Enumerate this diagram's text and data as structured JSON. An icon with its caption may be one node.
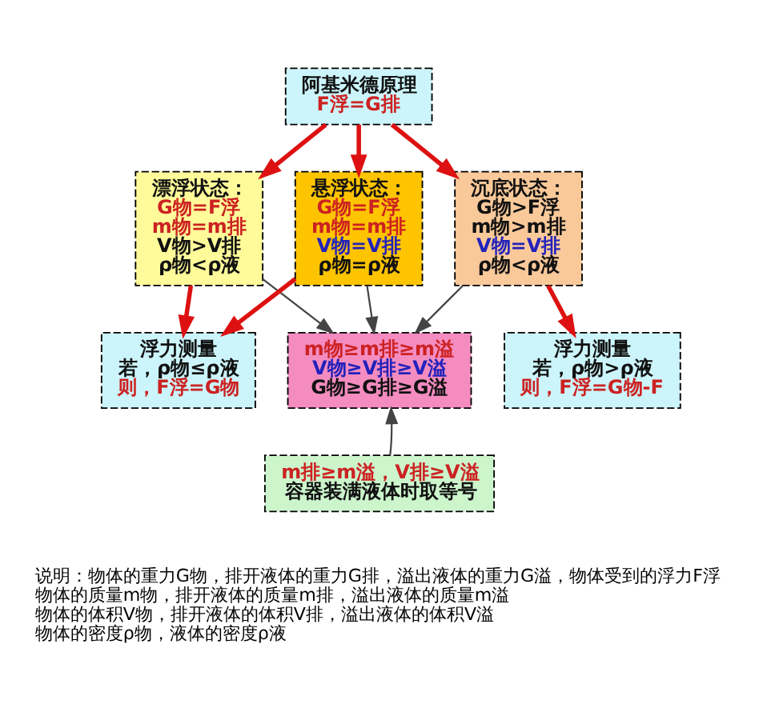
{
  "diagram": {
    "nodes": [
      {
        "text": [
          "阿基米德原理",
          "F浮=G排"
        ]
      },
      {
        "text": [
          "漂浮状态：",
          "G物=F浮",
          "m物=m排",
          "V物>V排",
          "ρ物<ρ液"
        ]
      },
      {
        "text": [
          "悬浮状态：",
          "G物=F浮",
          "m物=m排",
          "V物=V排",
          "ρ物=ρ液"
        ]
      },
      {
        "text": [
          "沉底状态：",
          "G物>F浮",
          "m物>m排",
          "V物=V排",
          "ρ物<ρ液"
        ]
      },
      {
        "text": [
          "浮力测量",
          "若，ρ物≤ρ液",
          "则，F浮=G物"
        ]
      },
      {
        "text": [
          "m物≥m排≥m溢",
          "V物≥V排≥V溢",
          "G物≥G排≥G溢"
        ]
      },
      {
        "text": [
          "浮力测量",
          "若，ρ物>ρ液",
          "则，F浮=G物-F"
        ]
      },
      {
        "text": [
          "m排≥m溢，V排≥V溢",
          "容器装满液体时取等号"
        ]
      }
    ],
    "edges": [
      {
        "from": 0,
        "to": 1,
        "arrow": "to"
      },
      {
        "from": 0,
        "to": 2,
        "arrow": "to"
      },
      {
        "from": 0,
        "to": 3,
        "arrow": "to"
      },
      {
        "from": 1,
        "to": 4,
        "arrow": "to"
      },
      {
        "from": 2,
        "to": 4,
        "arrow": "to"
      },
      {
        "from": 3,
        "to": 6,
        "arrow": "to"
      },
      {
        "from": 1,
        "to": 5,
        "arrow": "to",
        "color": "#444444"
      },
      {
        "from": 2,
        "to": 5,
        "arrow": "to",
        "color": "#444444"
      },
      {
        "from": 3,
        "to": 5,
        "arrow": "to",
        "color": "#444444"
      },
      {
        "from": 7,
        "to": 5,
        "arrow": "to",
        "color": "#444444"
      }
    ],
    "labels": [
      "说明：物体的重力G物，排开液体的重力G排，溢出液体的重力G溢，物体受到的浮力F浮",
      "物体的质量m物，排开液体的质量m排，溢出液体的质量m溢",
      "物体的体积V物，排开液体的体积V排，溢出液体的体积V溢",
      "物体的密度ρ物，液体的密度ρ液"
    ]
  }
}
